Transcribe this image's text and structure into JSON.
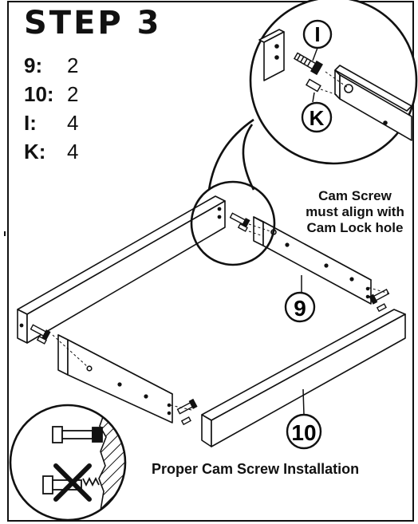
{
  "step_title": "STEP 3",
  "parts": [
    {
      "key": "9:",
      "qty": "2"
    },
    {
      "key": "10:",
      "qty": "2"
    },
    {
      "key": "I:",
      "qty": "4"
    },
    {
      "key": "K:",
      "qty": "4"
    }
  ],
  "labels": {
    "part_i": "I",
    "part_k": "K",
    "panel_9": "9",
    "panel_10": "10"
  },
  "callout": {
    "line1": "Cam Screw",
    "line2": "must align with",
    "line3": "Cam Lock hole"
  },
  "caption": "Proper Cam Screw Installation"
}
